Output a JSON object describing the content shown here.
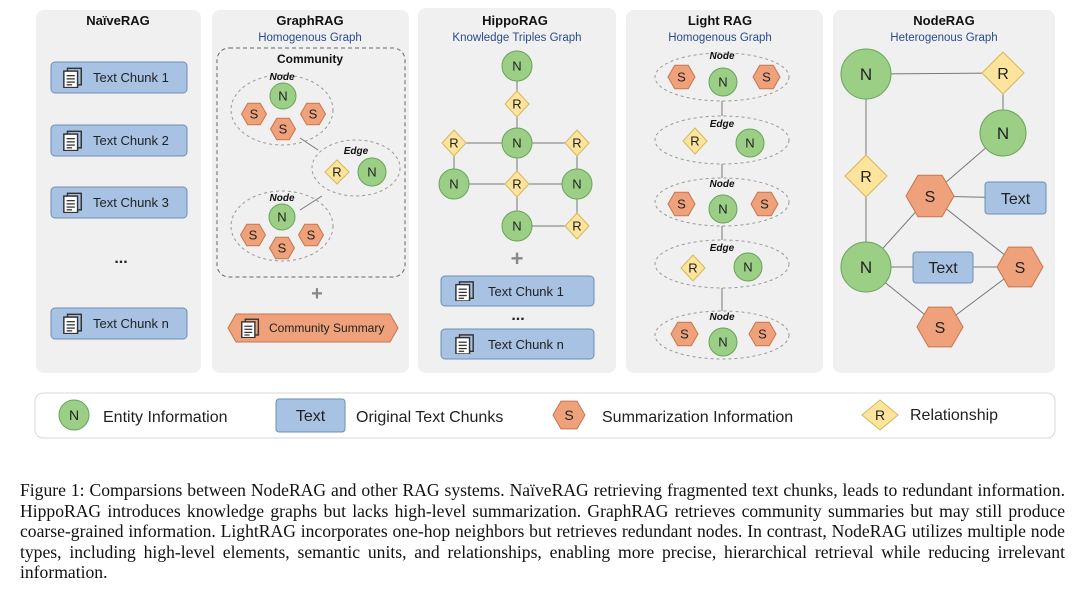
{
  "panels": {
    "naive": {
      "title": "NaïveRAG",
      "chunks": [
        "Text Chunk 1",
        "Text Chunk 2",
        "Text Chunk 3",
        "Text Chunk n"
      ],
      "ellipsis": "..."
    },
    "graph": {
      "title": "GraphRAG",
      "subtitle": "Homogenous Graph",
      "community": "Community",
      "node": "Node",
      "edge": "Edge",
      "plus": "+",
      "summary": "Community Summary"
    },
    "hippo": {
      "title": "HippoRAG",
      "subtitle": "Knowledge Triples Graph",
      "plus": "+",
      "chunks": [
        "Text Chunk 1",
        "Text Chunk n"
      ],
      "ellipsis": "..."
    },
    "light": {
      "title": "Light RAG",
      "subtitle": "Homogenous Graph",
      "node": "Node",
      "edge": "Edge"
    },
    "node": {
      "title": "NodeRAG",
      "subtitle": "Heterogenous Graph",
      "text": "Text"
    }
  },
  "glyphs": {
    "n": "N",
    "s": "S",
    "r": "R"
  },
  "legend": {
    "entity": {
      "symbol": "N",
      "label": "Entity Information"
    },
    "text": {
      "symbol": "Text",
      "label": "Original Text Chunks"
    },
    "summary": {
      "symbol": "S",
      "label": "Summarization Information"
    },
    "relation": {
      "symbol": "R",
      "label": "Relationship"
    }
  },
  "caption": "Figure 1: Comparsions between NodeRAG and other RAG systems. NaïveRAG retrieving fragmented text chunks, leads to redundant information. HippoRAG introduces knowledge graphs but lacks high-level summarization. GraphRAG retrieves community summaries but may still produce coarse-grained information. LightRAG incorporates one-hop neighbors but retrieves redundant nodes. In contrast, NodeRAG utilizes multiple node types, including high-level elements, semantic units, and relationships, enabling more precise, hierarchical retrieval while reducing irrelevant information.",
  "colors": {
    "entity": "#9bcf86",
    "text": "#a7c2e3",
    "summary": "#eea17b",
    "relation": "#fde49c",
    "panel": "#f0f0f0"
  }
}
